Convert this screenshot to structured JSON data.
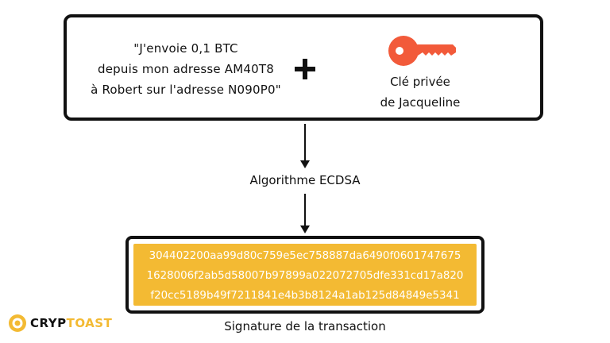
{
  "message": {
    "lines": [
      "\"J'envoie 0,1 BTC",
      "depuis mon adresse AM40T8",
      "à Robert sur l'adresse N090P0\""
    ]
  },
  "key": {
    "icon": "key-icon",
    "color": "#f25a3a",
    "caption_lines": [
      "Clé privée",
      "de Jacqueline"
    ]
  },
  "algorithm": {
    "label": "Algorithme ECDSA"
  },
  "signature": {
    "lines": [
      "304402200aa99d80c759e5ec758887da6490f0601747675",
      "1628006f2ab5d58007b97899a022072705dfe331cd17a820",
      "f20cc5189b49f7211841e4b3b8124a1ab125d84849e5341"
    ],
    "caption": "Signature de la transaction",
    "fill_color": "#f3ba33"
  },
  "logo": {
    "part1": "CRYP",
    "part2": "TOAST",
    "accent": "#f3ba33"
  }
}
